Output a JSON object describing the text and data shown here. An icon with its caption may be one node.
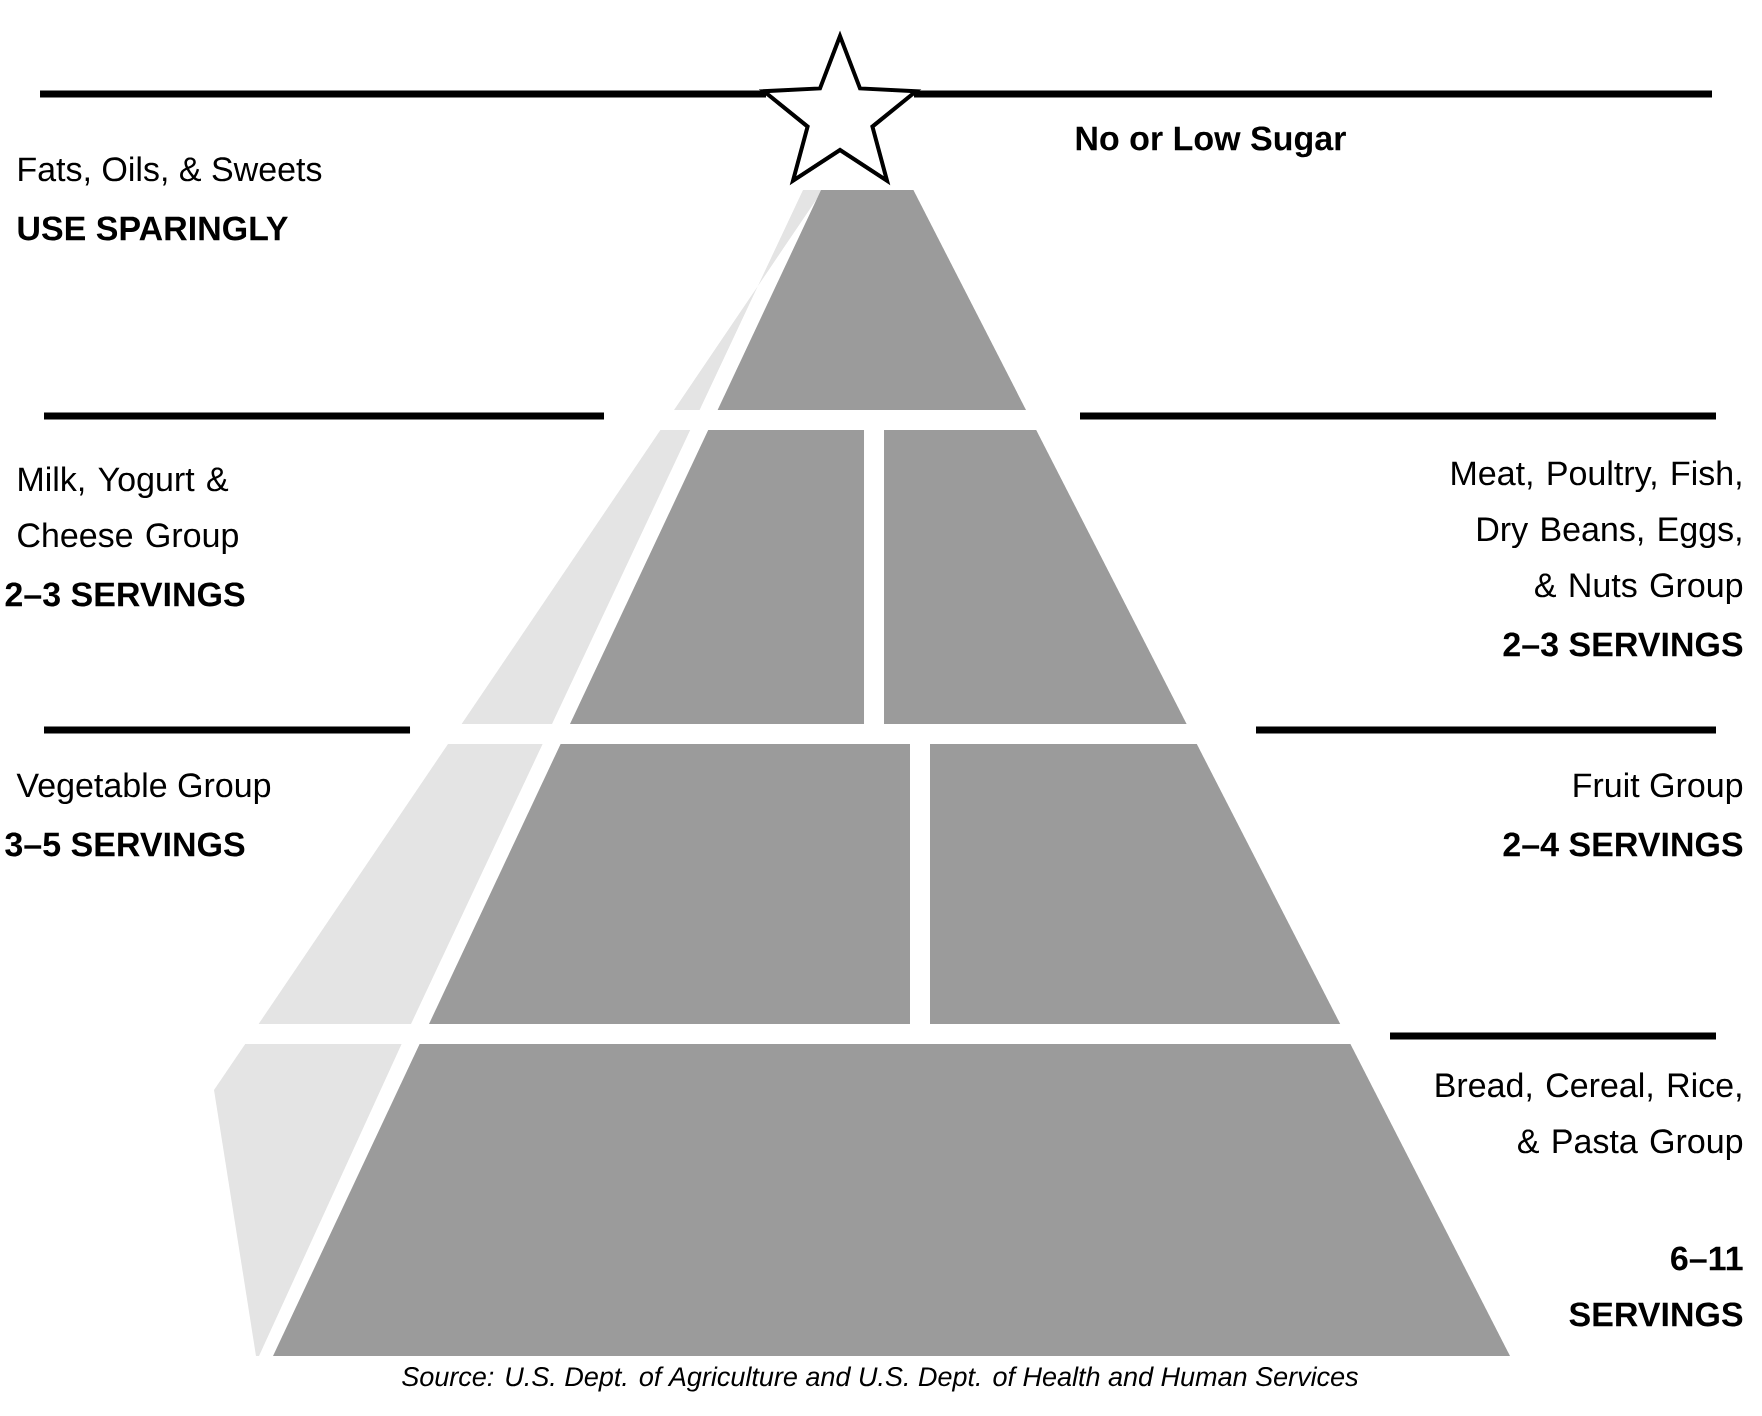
{
  "diagram": {
    "caption": "Source: U.S. Dept. of Agriculture and U.S. Dept. of Health and Human Services",
    "labels": [
      "Fats, Oils, & Sweets",
      "USE SPARINGLY",
      "No or Low Sugar",
      "Milk, Yogurt & Cheese Group",
      "2–3 SERVINGS",
      "Meat, Poultry, Fish, Dry Beans, Eggs, & Nuts Group",
      "2–3 SERVINGS",
      "Vegetable Group",
      "3–5 SERVINGS",
      "Fruit Group",
      "2–4 SERVINGS",
      "Bread, Cereal, Rice, & Pasta Group",
      "6–11 SERVINGS"
    ]
  }
}
